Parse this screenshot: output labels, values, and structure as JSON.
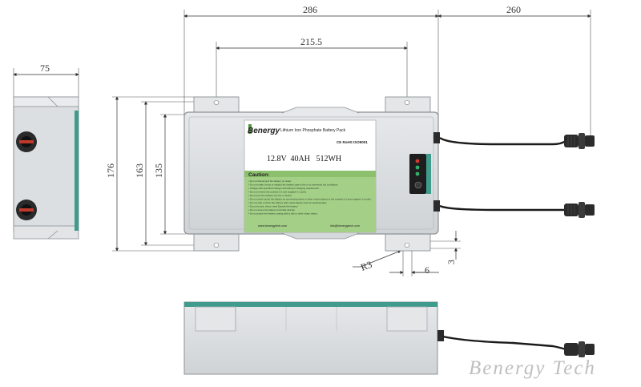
{
  "dimensions": {
    "overall_length": "286",
    "cable_length": "260",
    "hole_spacing": "215.5",
    "side_depth": "75",
    "total_height": "176",
    "body_height": "163",
    "inner_height": "135",
    "hole_radius": "R3",
    "slot_width": "6",
    "slot_offset": "3"
  },
  "label": {
    "logo": "Benergy",
    "product": "Lithium Iron Phosphate Battery Pack",
    "cert_marks": "CE RoHS ISO9001",
    "specs": "12.8V  40AH   512WH",
    "caution_title": "Caution:",
    "caution_lines": [
      "Do not disconnect the battery on water.",
      "Do not make, throw or subject the battery case a fire or to extremely hot conditions.",
      "Charge with specified charger according to charging requirement.",
      "Do not reverse the positive (+) and negative (-) poles.",
      "Do not put the battery into fire or heat it.",
      "Do not short-circuit the battery by connecting wires or other metal objects to the positive (+) and negative (-) poles.",
      "Do not strip or drive the battery with metal objects such as steel/needles.",
      "Do not knock, throw, treat Zaneck the battery.",
      "Do not screw the battery terminals directly.",
      "Do not place the battery casing with a nail or other sharp object."
    ],
    "website": "www.benergytech.com",
    "email": "info@benergytech.com"
  },
  "watermark": "Benergy Tech",
  "colors": {
    "body": "#dcdfe1",
    "accent_teal": "#3f9c8d",
    "label_green": "#8cc06c",
    "label_green_dark": "#4f9a3f",
    "indicator_green": "#2fb36a",
    "indicator_red": "#d23a2f",
    "cable": "#1b1b1b"
  }
}
